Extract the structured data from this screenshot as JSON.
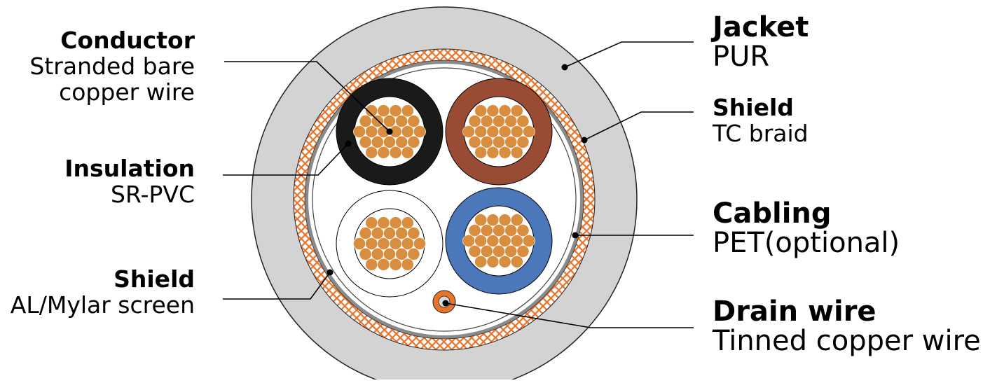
{
  "labels": {
    "conductor": {
      "title": "Conductor",
      "lines": [
        "Stranded bare",
        "copper wire"
      ]
    },
    "insulation": {
      "title": "Insulation",
      "lines": [
        "SR-PVC"
      ]
    },
    "shield_al": {
      "title": "Shield",
      "lines": [
        "AL/Mylar screen"
      ]
    },
    "jacket": {
      "title": "Jacket",
      "lines": [
        "PUR"
      ]
    },
    "shield_tc": {
      "title": "Shield",
      "lines": [
        "TC braid"
      ]
    },
    "cabling": {
      "title": "Cabling",
      "lines": [
        "PET(optional)"
      ]
    },
    "drain": {
      "title": "Drain wire",
      "lines": [
        "Tinned copper wire"
      ]
    }
  },
  "colors": {
    "jacket": "#d3d3d3",
    "braid": "#e8742a",
    "copper": "#d98e3f",
    "core_black": "#1a1a1a",
    "core_brown": "#9a4b33",
    "core_white": "#ffffff",
    "core_blue": "#4a78ba",
    "foil": "#8a8a8a"
  },
  "icons": [
    "cable-cross-section-icon"
  ]
}
